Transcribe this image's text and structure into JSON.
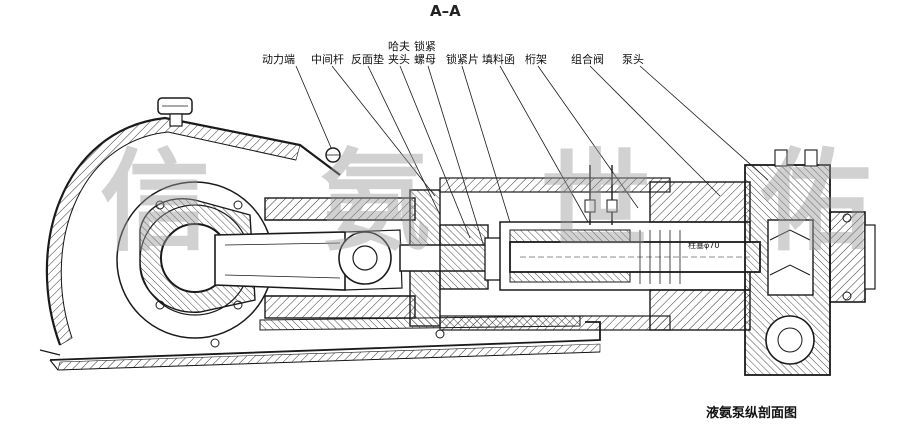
{
  "section_title": "A–A",
  "caption": "液氨泵纵剖面图",
  "callouts": [
    "动力端",
    "中间杆",
    "反面垫",
    "哈夫",
    "锁紧",
    "夹头",
    "螺母",
    "锁紧片",
    "填料函",
    "桁架",
    "组合阀",
    "泵头"
  ],
  "plunger_mark": "柱塞φ70",
  "watermark": "信 氨 世 佑",
  "colors": {
    "line": "#1a1a1a",
    "hatch": "#333333",
    "watermark": "#9a9a9a",
    "background": "#ffffff"
  }
}
